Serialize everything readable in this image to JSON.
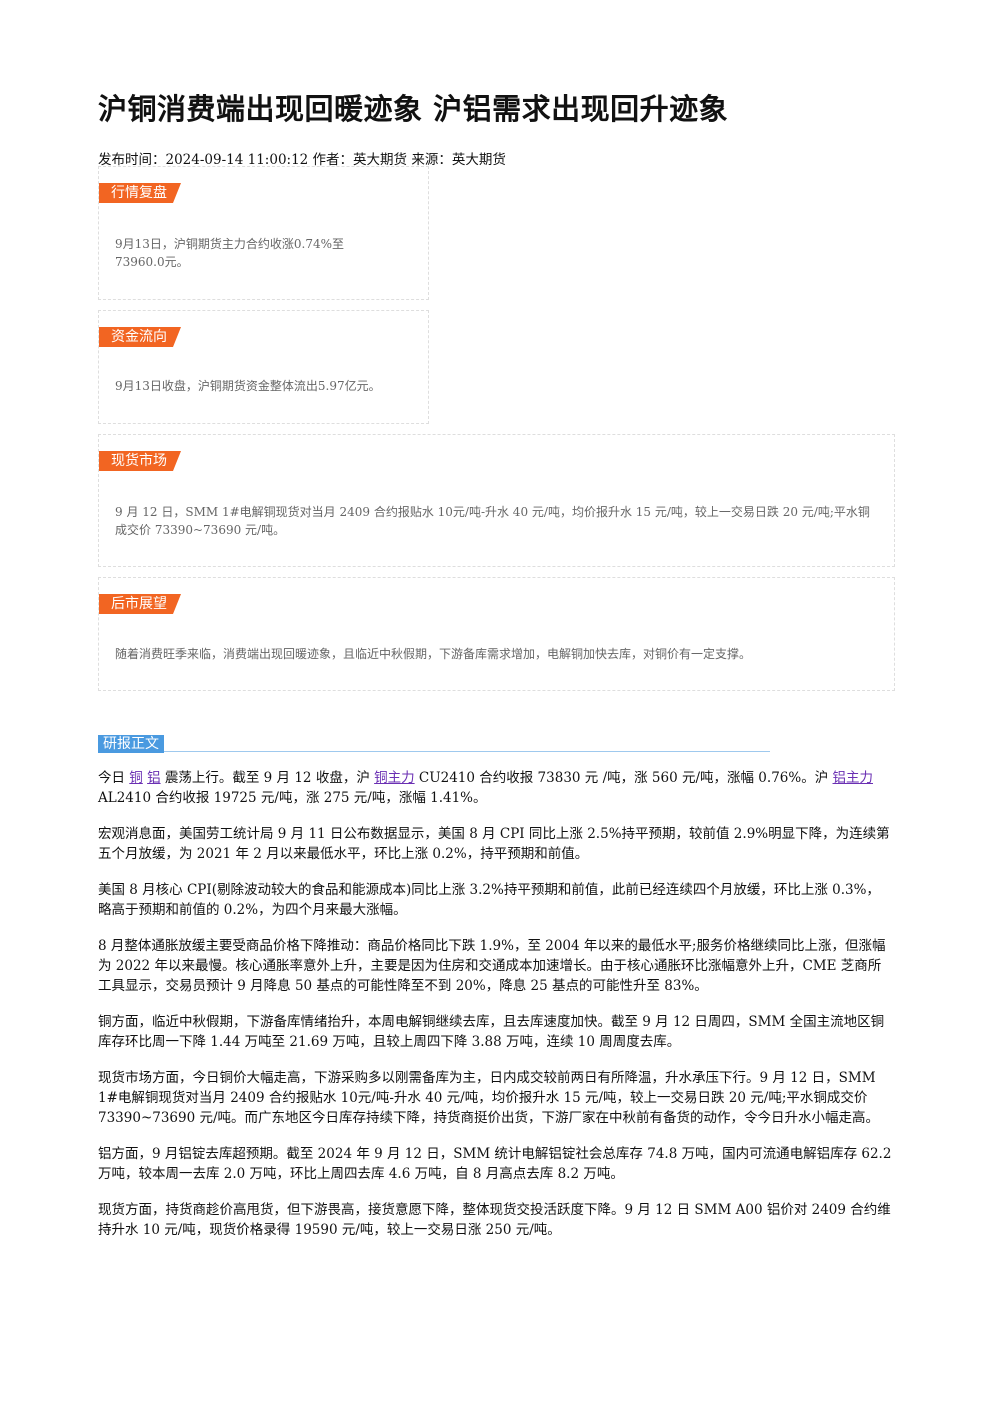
{
  "title": "沪铜消费端出现回暖迹象 沪铝需求出现回升迹象",
  "meta": "发布时间：2024-09-14 11:00:12 作者：英大期货 来源：英大期货",
  "boxes": {
    "market_review": {
      "tag": "行情复盘",
      "text_line1": "9月13日，沪铜期货主力合约收涨0.74%至",
      "text_line2": "73960.0元。"
    },
    "fund_flow": {
      "tag": "资金流向",
      "text": "9月13日收盘，沪铜期货资金整体流出5.97亿元。"
    },
    "spot_market": {
      "tag": "现货市场",
      "text": "9 月 12 日，SMM 1#电解铜现货对当月 2409 合约报贴水 10元/吨-升水 40 元/吨，均价报升水 15 元/吨，较上一交易日跌 20 元/吨;平水铜成交价 73390~73690 元/吨。"
    },
    "outlook": {
      "tag": "后市展望",
      "text": "随着消费旺季来临，消费端出现回暖迹象，且临近中秋假期，下游备库需求增加，电解铜加快去库，对铜价有一定支撑。"
    }
  },
  "section_label": "研报正文",
  "p1": {
    "t1": "今日 ",
    "link_copper": "铜",
    "t2": " ",
    "link_aluminum": "铝",
    "t3": " 震荡上行。截至 9 月 12 收盘，沪 ",
    "link_copper_main": "铜主力",
    "t4": " CU2410 合约收报 73830 元 /吨，涨 560 元/吨，涨幅 0.76%。沪 ",
    "link_alu_main": "铝主力",
    "t5": " AL2410 合约收报 19725 元/吨，涨 275 元/吨，涨幅 1.41%。"
  },
  "paragraphs": [
    "宏观消息面，美国劳工统计局 9 月 11 日公布数据显示，美国 8 月 CPI 同比上涨 2.5%持平预期，较前值 2.9%明显下降，为连续第五个月放缓，为 2021 年 2 月以来最低水平，环比上涨 0.2%，持平预期和前值。",
    "美国 8 月核心 CPI(剔除波动较大的食品和能源成本)同比上涨 3.2%持平预期和前值，此前已经连续四个月放缓，环比上涨 0.3%，略高于预期和前值的 0.2%，为四个月来最大涨幅。",
    "8 月整体通胀放缓主要受商品价格下降推动：商品价格同比下跌 1.9%，至 2004 年以来的最低水平;服务价格继续同比上涨，但涨幅为 2022 年以来最慢。核心通胀率意外上升，主要是因为住房和交通成本加速增长。由于核心通胀环比涨幅意外上升，CME 芝商所工具显示，交易员预计 9 月降息 50 基点的可能性降至不到 20%，降息 25 基点的可能性升至 83%。",
    "铜方面，临近中秋假期，下游备库情绪抬升，本周电解铜继续去库，且去库速度加快。截至 9 月 12 日周四，SMM 全国主流地区铜库存环比周一下降 1.44 万吨至 21.69 万吨，且较上周四下降 3.88 万吨，连续 10 周周度去库。",
    "现货市场方面，今日铜价大幅走高，下游采购多以刚需备库为主，日内成交较前两日有所降温，升水承压下行。9 月 12 日，SMM 1#电解铜现货对当月 2409 合约报贴水 10元/吨-升水 40 元/吨，均价报升水 15 元/吨，较上一交易日跌 20 元/吨;平水铜成交价 73390~73690 元/吨。而广东地区今日库存持续下降，持货商挺价出货，下游厂家在中秋前有备货的动作，令今日升水小幅走高。",
    "铝方面，9 月铝锭去库超预期。截至 2024 年 9 月 12 日，SMM 统计电解铝锭社会总库存 74.8 万吨，国内可流通电解铝库存 62.2 万吨，较本周一去库 2.0 万吨，环比上周四去库 4.6 万吨，自 8 月高点去库 8.2 万吨。",
    "现货方面，持货商趁价高甩货，但下游畏高，接货意愿下降，整体现货交投活跃度下降。9 月 12 日 SMM A00 铝价对 2409 合约维持升水 10 元/吨，现货价格录得 19590 元/吨，较上一交易日涨 250 元/吨。"
  ]
}
